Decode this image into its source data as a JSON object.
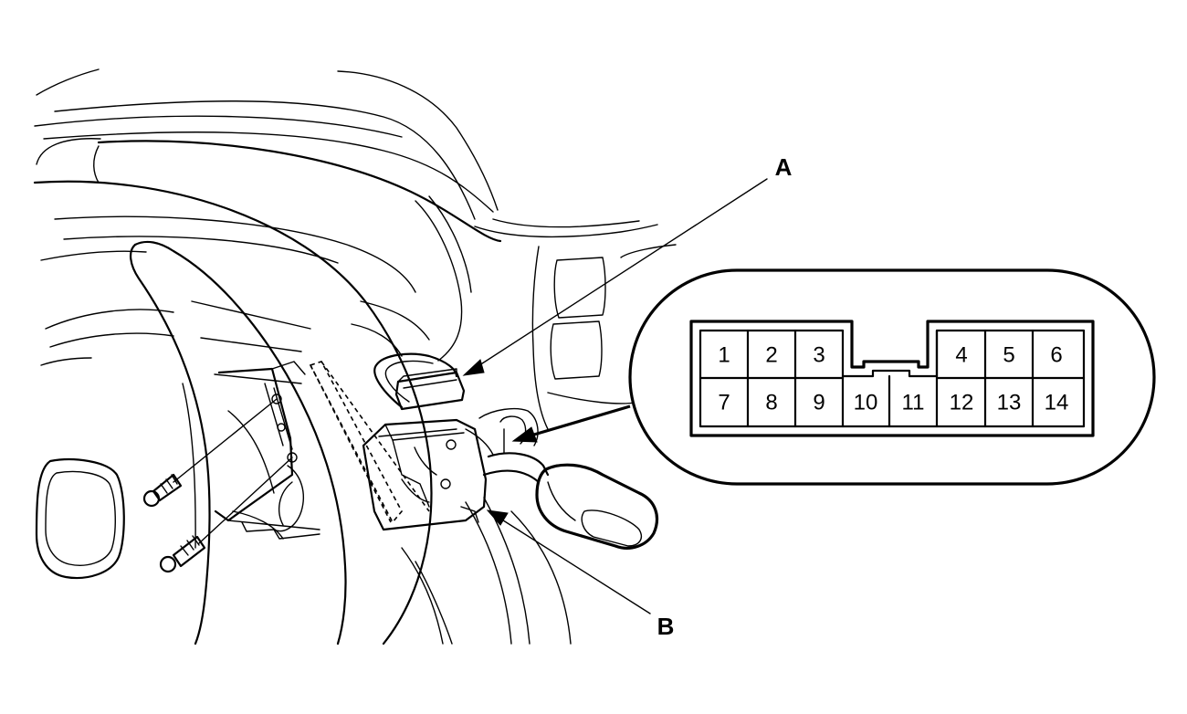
{
  "callouts": {
    "a": "A",
    "b": "B"
  },
  "connector": {
    "top_row_left": [
      "1",
      "2",
      "3"
    ],
    "top_row_right": [
      "4",
      "5",
      "6"
    ],
    "bottom_row": [
      "7",
      "8",
      "9",
      "10",
      "11",
      "12",
      "13",
      "14"
    ]
  }
}
